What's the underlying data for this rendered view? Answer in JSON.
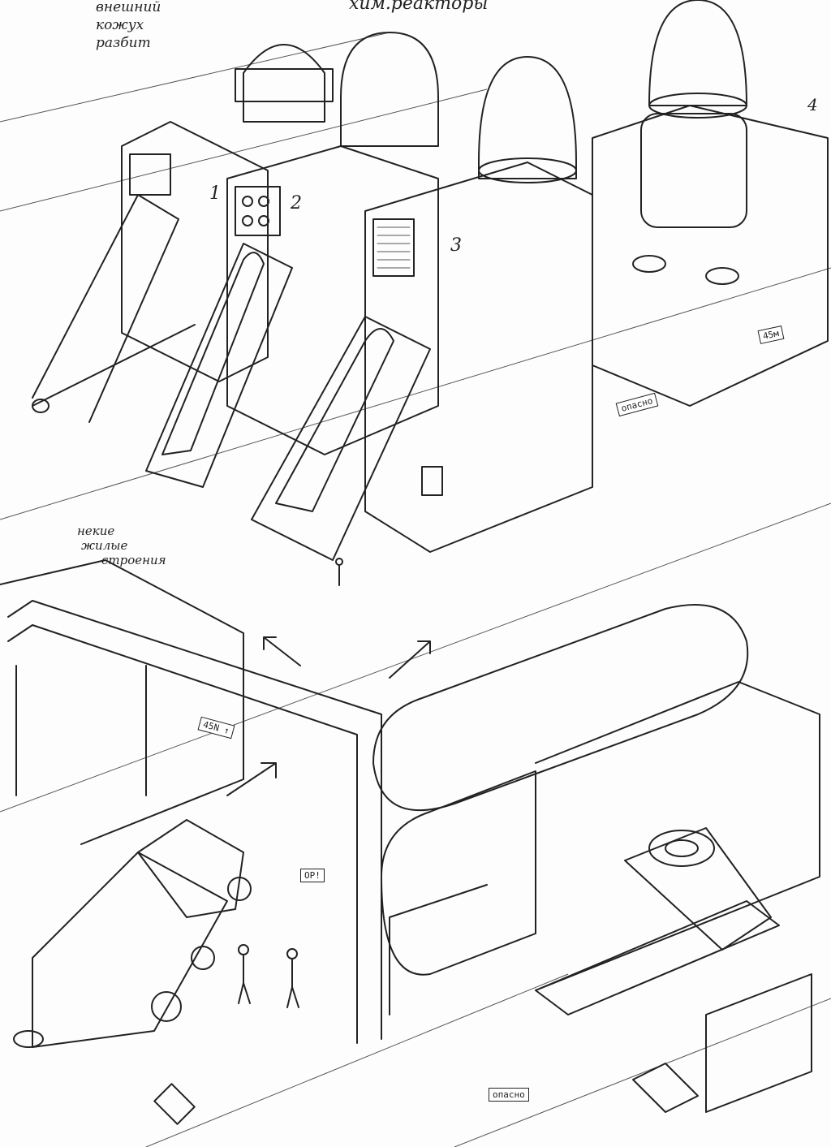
{
  "annotations": {
    "casing_note": [
      "внешний",
      "кожух",
      "разбит"
    ],
    "reactors_title": "хим.реакторы",
    "dwellings_note": [
      "некие",
      "жилые",
      "строения"
    ]
  },
  "signs": {
    "height_right": "45м",
    "danger_mid": "опасно",
    "direction": "45N ↑",
    "warning_small": "ОР!",
    "danger_bottom": "опасно"
  },
  "reactor_numbers": [
    "1",
    "2",
    "3",
    "4"
  ]
}
